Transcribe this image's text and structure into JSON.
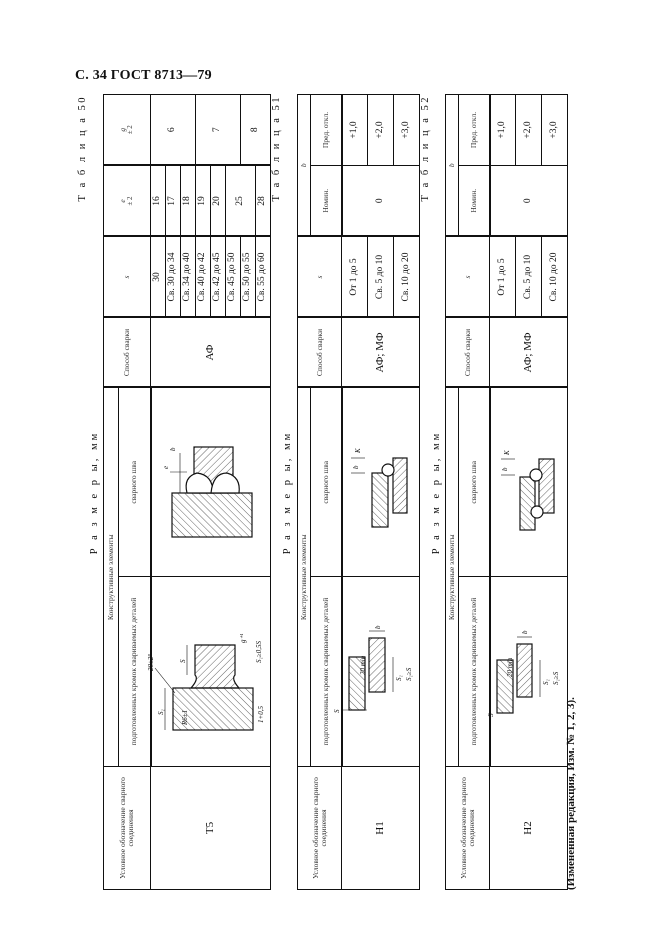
{
  "header": {
    "page_label": "С. 34 ГОСТ 8713—79"
  },
  "common": {
    "designation": "Условное обозначение сварного соединения",
    "group": "Конструктивные элементы",
    "prepared": "подготовленных кромок свариваемых деталей",
    "weld": "сварного шва",
    "method": "Способ сварки",
    "dims": "Р а з м е р ы, мм"
  },
  "tables": [
    {
      "title": "Т а б л и ц а 50",
      "s_head": "s",
      "e_head": "e",
      "e_tol": "± 2",
      "g_head": "g",
      "g_tol": "± 2",
      "designation_value": "Т5",
      "method_value": "АФ",
      "s": [
        "30",
        "Св. 30 до 34",
        "Св. 34 до 40",
        "Св. 40 до 42",
        "Св. 42 до 45",
        "Св. 45 до 50",
        "Св. 50 до 55",
        "Св. 55 до 60"
      ],
      "e": [
        "16",
        "17",
        "18",
        "19",
        "20",
        "25",
        "28"
      ],
      "g": [
        "6",
        "7",
        "8"
      ],
      "labels_edge": [
        "S₁",
        "28±2°",
        "S",
        "g⁺¹",
        "R6±1",
        "1+0,5",
        "S₁≥0,5S"
      ],
      "labels_weld": [
        "b",
        "e"
      ]
    },
    {
      "title": "Т а б л и ц а 51",
      "s_head": "s",
      "b_head": "b",
      "nominal": "Номин.",
      "tolerance": "Пред. откл.",
      "designation_value": "Н1",
      "method_value": "АФ; МФ",
      "s": [
        "От 1 до 5",
        "Св. 5 до 10",
        "Св. 10 до 20"
      ],
      "nominal_value": "0",
      "tol": [
        "+1,0",
        "+2,0",
        "+3,0"
      ],
      "labels_edge": [
        "S₁",
        "20 min",
        "S₁≥S",
        "S",
        "b"
      ],
      "labels_weld": [
        "K",
        "b"
      ]
    },
    {
      "title": "Т а б л и ц а 52",
      "s_head": "s",
      "b_head": "b",
      "nominal": "Номин.",
      "tolerance": "Пред. откл.",
      "designation_value": "Н2",
      "method_value": "АФ; МФ",
      "s": [
        "От 1 до 5",
        "Св. 5 до 10",
        "Св. 10 до 20"
      ],
      "nominal_value": "0",
      "tol": [
        "+1,0",
        "+2,0",
        "+3,0"
      ],
      "labels_edge": [
        "S₁",
        "20 min",
        "S₁≥S",
        "S",
        "b"
      ],
      "labels_weld": [
        "K",
        "b"
      ]
    }
  ],
  "footer": {
    "note": "(Измененная редакция, Изм. № 1, 2, 3)."
  }
}
